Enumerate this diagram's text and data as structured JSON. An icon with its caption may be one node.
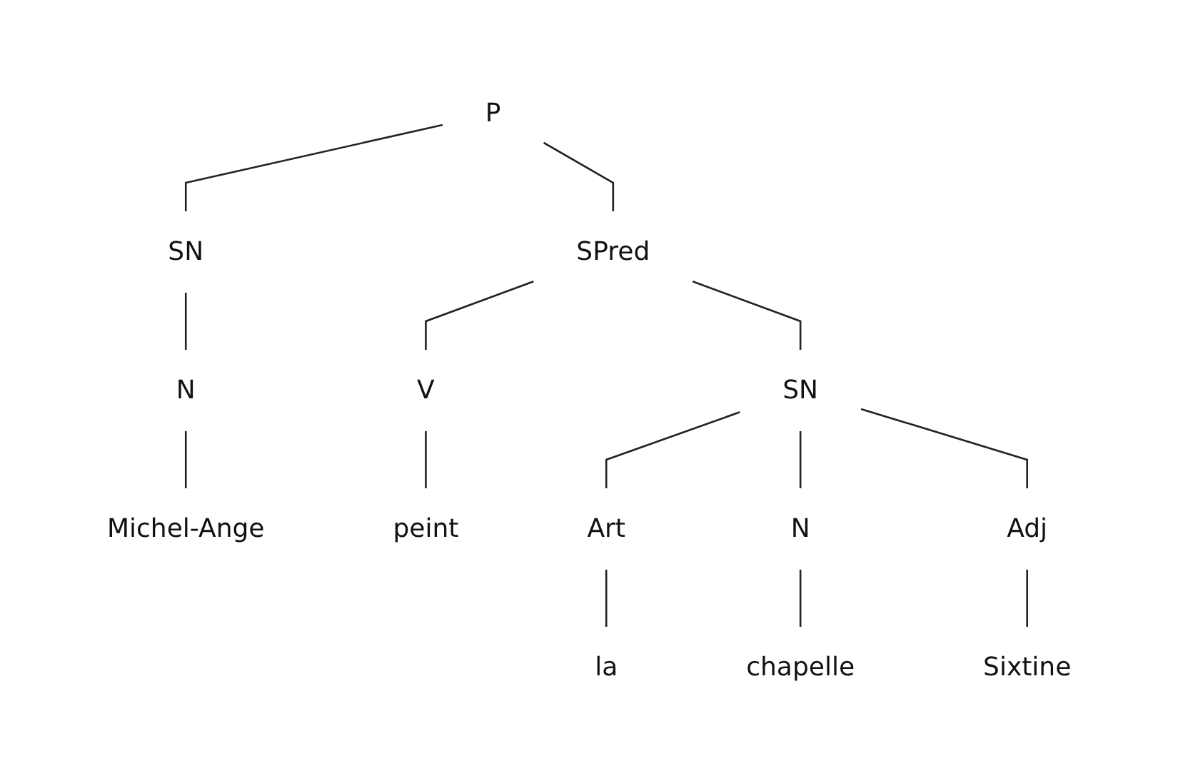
{
  "diagram": {
    "nodes": [
      {
        "text": [
          "P"
        ]
      },
      {
        "text": [
          "SN"
        ]
      },
      {
        "text": [
          "SPred"
        ]
      },
      {
        "text": [
          "N"
        ]
      },
      {
        "text": [
          "Michel-Ange"
        ]
      },
      {
        "text": [
          "V"
        ]
      },
      {
        "text": [
          "SN"
        ]
      },
      {
        "text": [
          "peint"
        ]
      },
      {
        "text": [
          "Art"
        ]
      },
      {
        "text": [
          "N"
        ]
      },
      {
        "text": [
          "Adj"
        ]
      },
      {
        "text": [
          "la"
        ]
      },
      {
        "text": [
          "chapelle"
        ]
      },
      {
        "text": [
          "Sixtine"
        ]
      }
    ],
    "edges": [
      {
        "from": 0,
        "to": 1,
        "arrow": "none"
      },
      {
        "from": 0,
        "to": 2,
        "arrow": "none"
      },
      {
        "from": 1,
        "to": 3,
        "arrow": "none"
      },
      {
        "from": 3,
        "to": 4,
        "arrow": "none"
      },
      {
        "from": 2,
        "to": 5,
        "arrow": "none"
      },
      {
        "from": 2,
        "to": 6,
        "arrow": "none"
      },
      {
        "from": 5,
        "to": 7,
        "arrow": "none"
      },
      {
        "from": 6,
        "to": 8,
        "arrow": "none"
      },
      {
        "from": 6,
        "to": 9,
        "arrow": "none"
      },
      {
        "from": 6,
        "to": 10,
        "arrow": "none"
      },
      {
        "from": 8,
        "to": 11,
        "arrow": "none"
      },
      {
        "from": 9,
        "to": 12,
        "arrow": "none"
      },
      {
        "from": 10,
        "to": 13,
        "arrow": "none"
      }
    ]
  }
}
